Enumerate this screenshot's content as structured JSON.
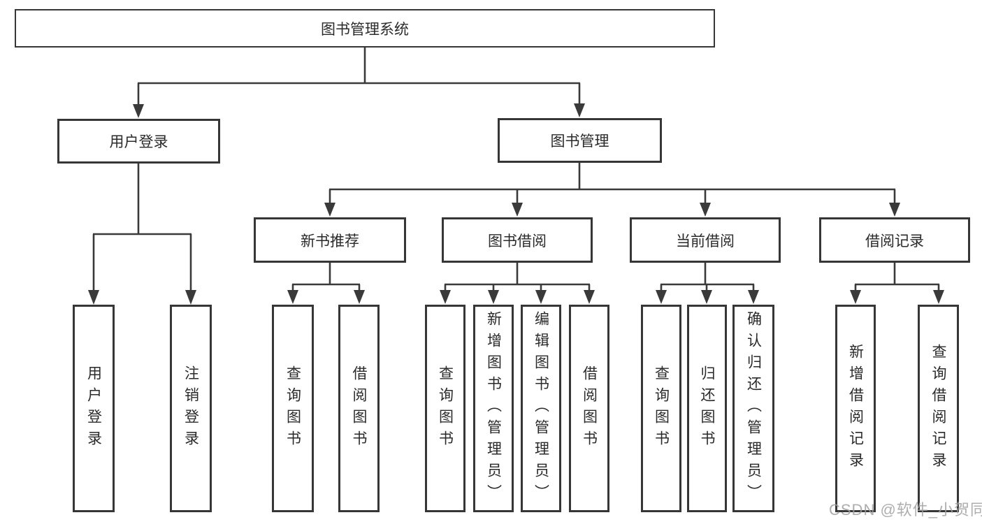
{
  "watermark": "CSDN @软件_小贺同学",
  "colors": {
    "line": "#3a3a3a",
    "text": "#2a2a2a",
    "watermark": "#a0a0a0",
    "background": "#ffffff"
  },
  "tree": {
    "root": {
      "label": "图书管理系统"
    },
    "login": {
      "label": "用户登录",
      "children": [
        {
          "label": "用户登录"
        },
        {
          "label": "注销登录"
        }
      ]
    },
    "management": {
      "label": "图书管理",
      "modules": [
        {
          "label": "新书推荐",
          "children": [
            {
              "label": "查询图书"
            },
            {
              "label": "借阅图书"
            }
          ]
        },
        {
          "label": "图书借阅",
          "children": [
            {
              "label": "查询图书"
            },
            {
              "label": "新增图书（管理员）"
            },
            {
              "label": "编辑图书（管理员）"
            },
            {
              "label": "借阅图书"
            }
          ]
        },
        {
          "label": "当前借阅",
          "children": [
            {
              "label": "查询图书"
            },
            {
              "label": "归还图书"
            },
            {
              "label": "确认归还（管理员）"
            }
          ]
        },
        {
          "label": "借阅记录",
          "children": [
            {
              "label": "新增借阅记录"
            },
            {
              "label": "查询借阅记录"
            }
          ]
        }
      ]
    }
  }
}
